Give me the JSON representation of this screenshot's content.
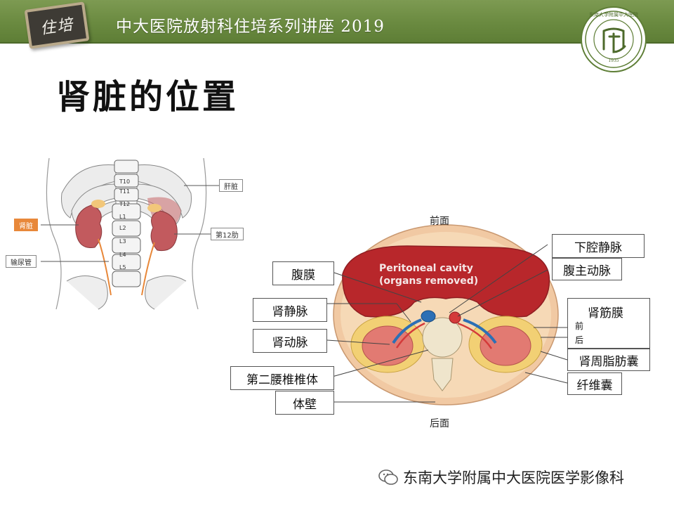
{
  "header": {
    "badge_text": "住培",
    "title": "中大医院放射科住培系列讲座 2019",
    "logo_text": "东南大学附属中大医院",
    "logo_year": "1935",
    "accent_color": "#6a8a40"
  },
  "slide": {
    "title": "肾脏的位置"
  },
  "posterior_view": {
    "vertebra_labels": [
      "T10",
      "T11",
      "T12",
      "L1",
      "L2",
      "L3",
      "L4",
      "L5"
    ],
    "labels": {
      "liver": "肝脏",
      "kidney": "肾脏",
      "rib12": "第12肋",
      "ureter": "输尿管"
    }
  },
  "cross_section": {
    "front": "前面",
    "back": "后面",
    "cavity_line1": "Peritoneal cavity",
    "cavity_line2": "(organs removed)",
    "labels": {
      "ivc": "下腔静脉",
      "aorta": "腹主动脉",
      "peritoneum": "腹膜",
      "renal_vein": "肾静脉",
      "renal_artery": "肾动脉",
      "vertebra": "第二腰椎椎体",
      "body_wall": "体壁",
      "renal_fascia": "肾筋膜",
      "anterior": "前",
      "posterior": "后",
      "perirenal_fat": "肾周脂肪囊",
      "fibrous_capsule": "纤维囊"
    }
  },
  "footer": {
    "text": "东南大学附属中大医院医学影像科",
    "icon": "wechat-icon"
  }
}
